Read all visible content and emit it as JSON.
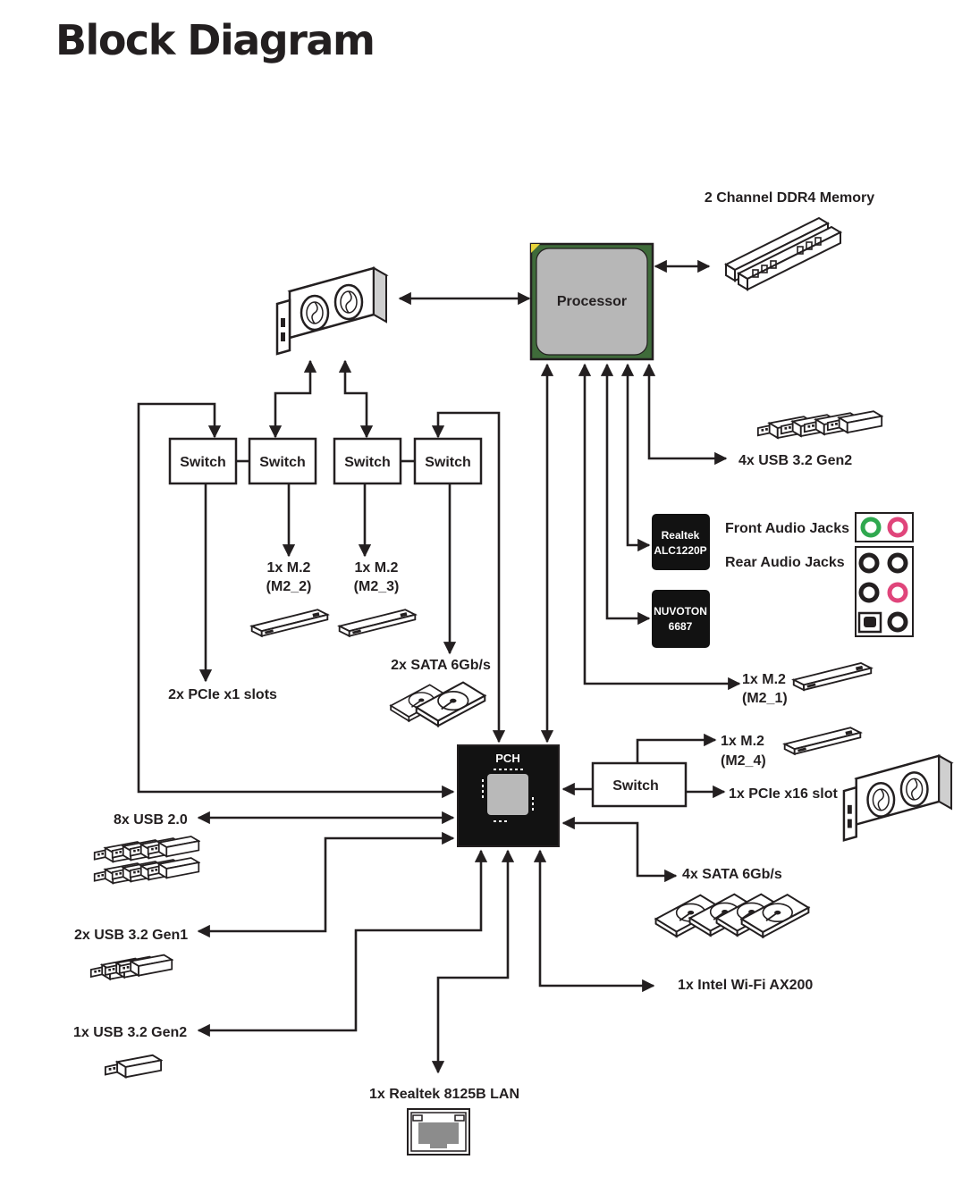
{
  "title": "Block Diagram",
  "nodes": {
    "processor": "Processor",
    "pch": "PCH",
    "memory": "2 Channel DDR4 Memory",
    "usb32g2_x4": "4x USB 3.2 Gen2",
    "realtek_line1": "Realtek",
    "realtek_line2": "ALC1220P",
    "nuvoton_line1": "NUVOTON",
    "nuvoton_line2": "6687",
    "front_audio": "Front Audio Jacks",
    "rear_audio": "Rear Audio Jacks",
    "m2_1_line1": "1x M.2",
    "m2_1_line2": "(M2_1)",
    "switch_label": "Switch",
    "m2_2_line1": "1x M.2",
    "m2_2_line2": "(M2_2)",
    "m2_3_line1": "1x M.2",
    "m2_3_line2": "(M2_3)",
    "sata_x2": "2x SATA 6Gb/s",
    "pcie_x1": "2x PCIe x1 slots",
    "m2_4_line1": "1x M.2",
    "m2_4_line2": "(M2_4)",
    "pcie_x16": "1x PCIe x16 slot",
    "sata_x4": "4x SATA 6Gb/s",
    "wifi": "1x Intel Wi-Fi AX200",
    "usb20": "8x USB 2.0",
    "usb32g1": "2x USB 3.2 Gen1",
    "usb32g2_x1": "1x USB 3.2 Gen2",
    "lan": "1x Realtek 8125B LAN"
  },
  "colors": {
    "ink": "#231f20",
    "processor_substrate": "#3f6b3a",
    "processor_die": "#b7b7b7",
    "audio_green": "#2fa84f",
    "audio_pink": "#e0457b"
  }
}
